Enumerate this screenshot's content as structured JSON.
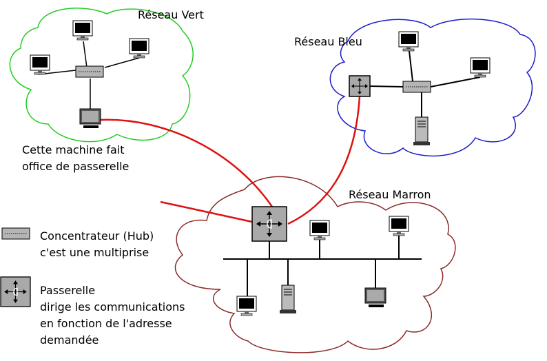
{
  "networks": {
    "green": {
      "label": "Réseau Vert",
      "color": "#22cc22"
    },
    "blue": {
      "label": "Réseau Bleu",
      "color": "#1a1acc"
    },
    "brown": {
      "label": "Réseau Marron",
      "color": "#8b2a2a"
    }
  },
  "annotation": {
    "line1": "Cette machine fait",
    "line2": "office de passerelle"
  },
  "legend": {
    "hub": {
      "line1": "Concentrateur (Hub)",
      "line2": "c'est une multiprise"
    },
    "gateway": {
      "line1": "Passerelle",
      "line2": "dirige les communications",
      "line3": "en fonction de l'adresse",
      "line4": "demandée"
    }
  },
  "colors": {
    "link": "#dd1111",
    "device_fill": "#a9a9a9",
    "cable": "#000000"
  }
}
